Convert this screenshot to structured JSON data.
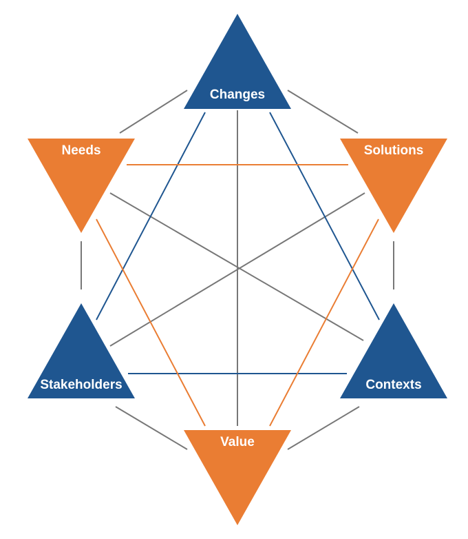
{
  "colors": {
    "blue": "#1f5690",
    "orange": "#ea7d33",
    "gray": "#777777",
    "background": "#ffffff"
  },
  "nodes": {
    "changes": {
      "label": "Changes"
    },
    "needs": {
      "label": "Needs"
    },
    "solutions": {
      "label": "Solutions"
    },
    "stakeholders": {
      "label": "Stakeholders"
    },
    "contexts": {
      "label": "Contexts"
    },
    "value": {
      "label": "Value"
    }
  }
}
